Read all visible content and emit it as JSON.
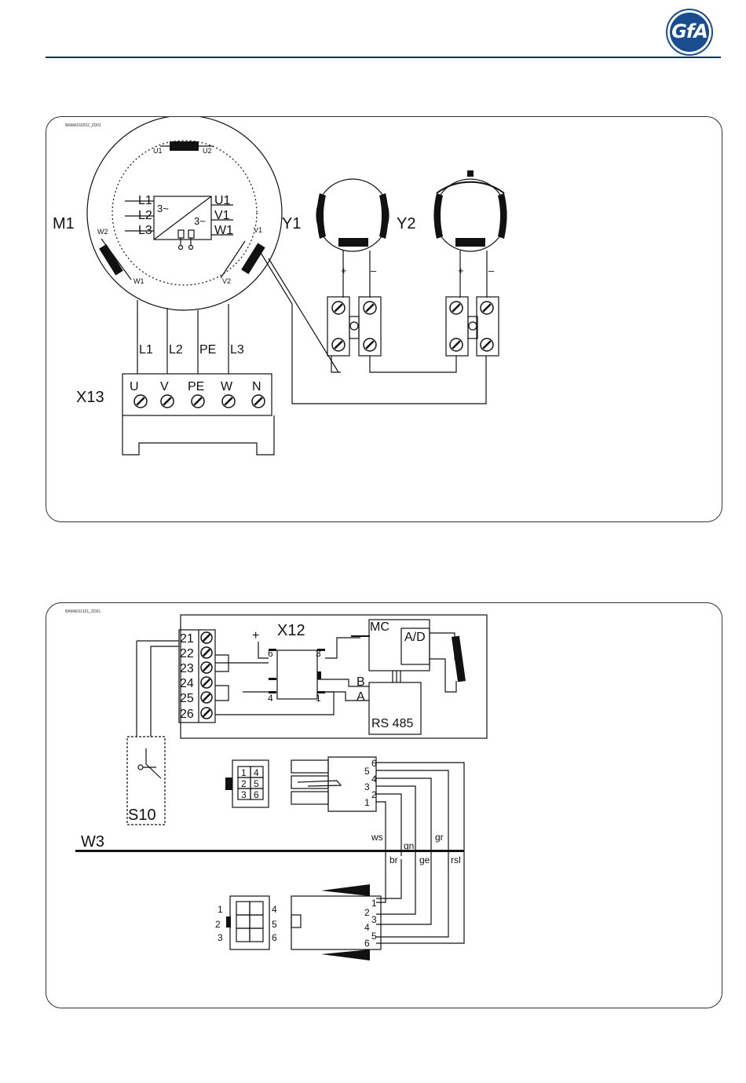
{
  "header": {
    "logo_text": "GfA",
    "rule_color": "#0e2f6b",
    "logo_color": "#1a4d8f"
  },
  "diagram1": {
    "ref": "BAMA160202_ZD01",
    "motor": {
      "label": "M1",
      "u1": "U1",
      "u2": "U2",
      "w1": "W1",
      "w2": "W2",
      "v1": "V1",
      "v2": "V2",
      "in": [
        "L1",
        "L2",
        "L3"
      ],
      "out": [
        "U1",
        "V1",
        "W1"
      ],
      "phase_in": "3~",
      "phase_out": "3~"
    },
    "brakes": [
      "Y1",
      "Y2"
    ],
    "plus": "+",
    "minus": "–",
    "leads": [
      "L1",
      "L2",
      "PE",
      "L3"
    ],
    "terminal_block": {
      "label": "X13",
      "terminals": [
        "U",
        "V",
        "PE",
        "W",
        "N"
      ]
    }
  },
  "diagram2": {
    "ref": "BAMA011101_ZD01",
    "terminals": [
      "21",
      "22",
      "23",
      "24",
      "25",
      "26"
    ],
    "connector": {
      "label": "X12",
      "plus": "+",
      "pins": [
        "6",
        "3",
        "4",
        "1"
      ]
    },
    "mc": "MC",
    "ad": "A/D",
    "rs485": "RS 485",
    "bus_a": "A",
    "bus_b": "B",
    "switch": "S10",
    "cable": "W3",
    "pin_grid": [
      "1",
      "4",
      "2",
      "5",
      "3",
      "6"
    ],
    "plug_top_left": [
      "6",
      "5",
      "4",
      "3",
      "2",
      "1"
    ],
    "wire_colors_top": [
      "ws",
      "gn",
      "gr"
    ],
    "wire_colors_bottom": [
      "br",
      "ge",
      "rsl"
    ],
    "plug_bottom_left": [
      "1",
      "2",
      "3"
    ],
    "plug_bottom_right": [
      "4",
      "5",
      "6"
    ],
    "plug_bottom_pins_a": [
      "1",
      "2",
      "4",
      "6"
    ],
    "plug_bottom_pins_b": [
      "3",
      "5"
    ]
  }
}
